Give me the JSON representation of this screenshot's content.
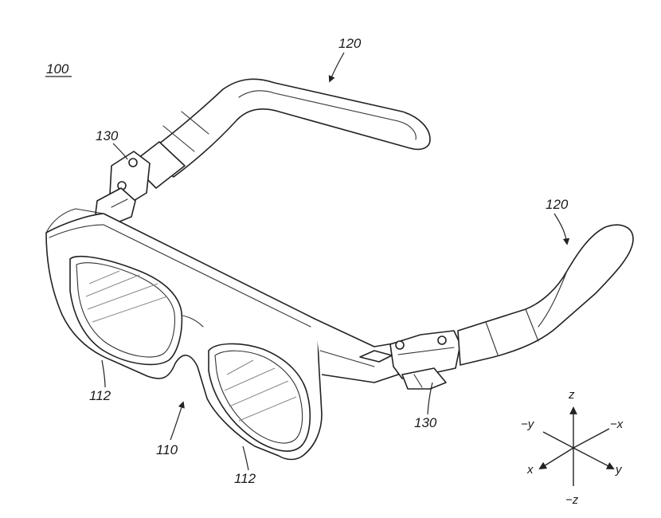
{
  "figure": {
    "reference": "100",
    "labels": {
      "temple_top": "120",
      "temple_right": "120",
      "hinge_left": "130",
      "hinge_right": "130",
      "frame": "110",
      "lens_left": "112",
      "lens_right": "112"
    }
  },
  "axes": {
    "z": "z",
    "neg_z": "−z",
    "x": "x",
    "neg_x": "−x",
    "y": "y",
    "neg_y": "−y"
  }
}
